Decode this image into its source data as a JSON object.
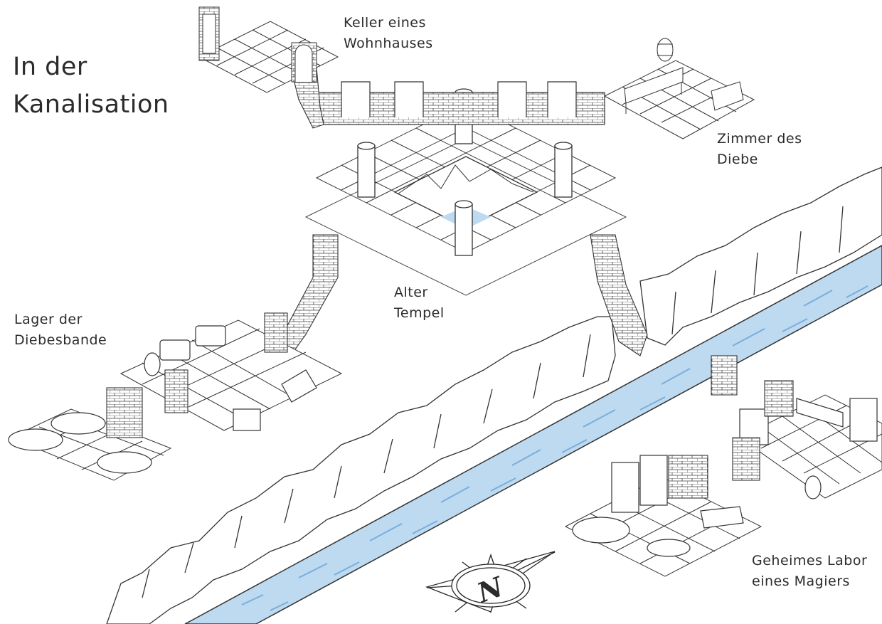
{
  "map": {
    "title": {
      "line1": "In der",
      "line2": "Kanalisation"
    },
    "rooms": {
      "cellar": {
        "line1": "Keller eines",
        "line2": "Wohnhauses"
      },
      "thieves_room": {
        "line1": "Zimmer des",
        "line2": "Diebe"
      },
      "temple": {
        "line1": "Alter",
        "line2": "Tempel"
      },
      "storage": {
        "line1": "Lager der",
        "line2": "Diebesbande"
      },
      "lab": {
        "line1": "Geheimes Labor",
        "line2": "eines Magiers"
      }
    },
    "compass": {
      "letter": "N"
    },
    "colors": {
      "ink": "#2b2b2b",
      "water": "#b9d9f0",
      "water_dark": "#7fb4dd",
      "paper": "#ffffff"
    }
  }
}
